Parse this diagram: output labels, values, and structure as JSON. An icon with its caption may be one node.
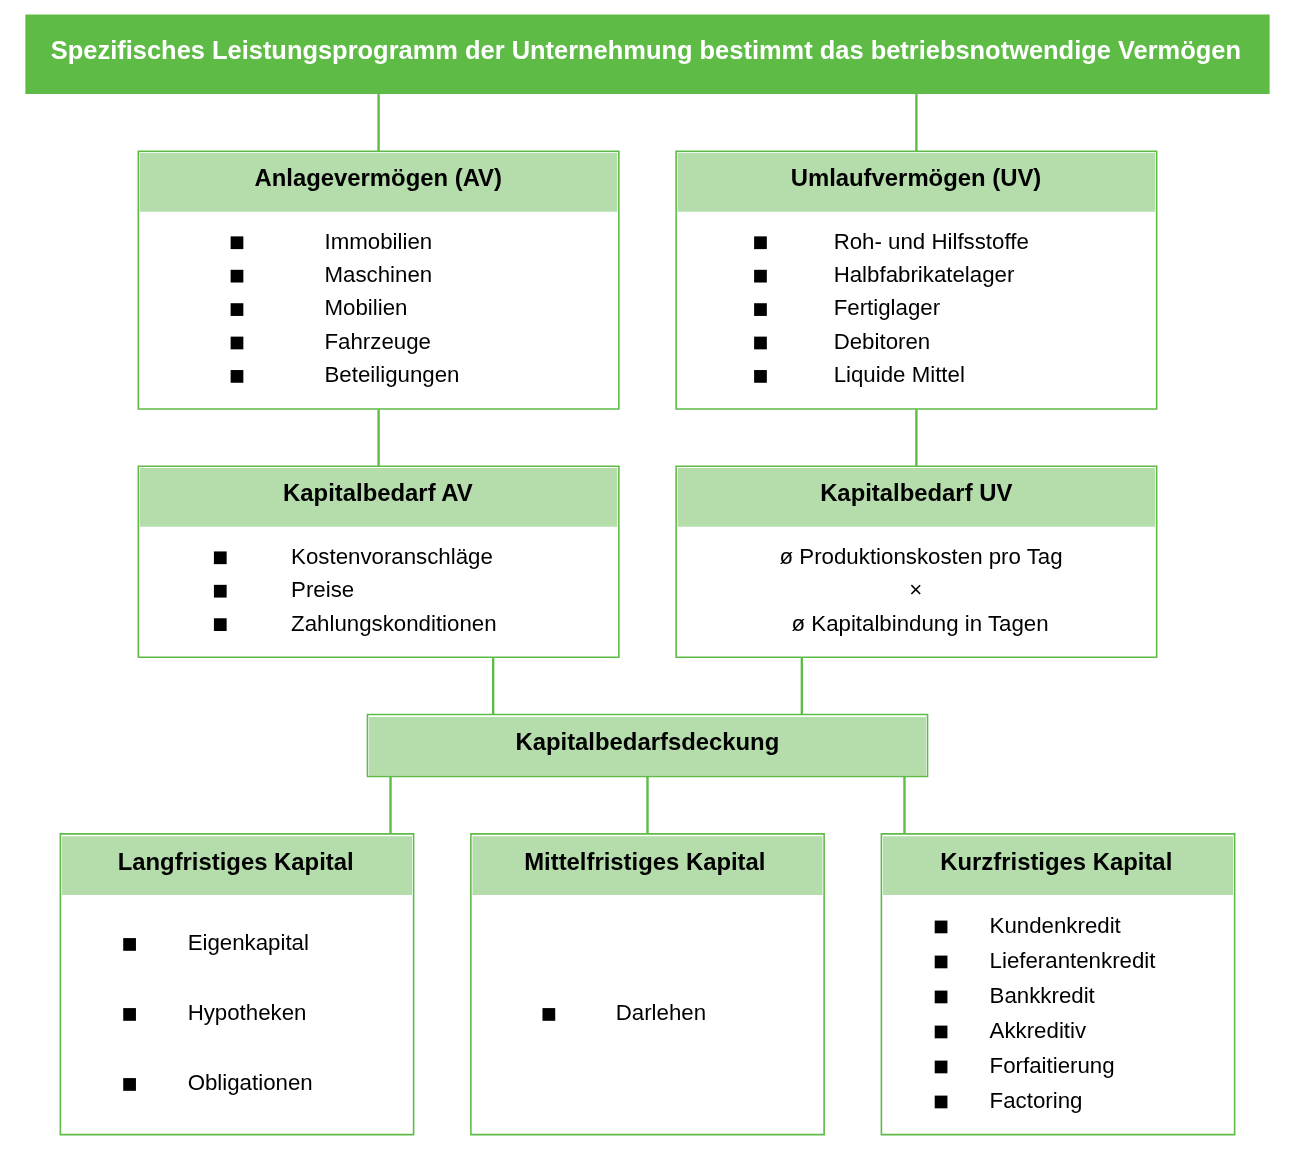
{
  "diagram": {
    "nodes": [
      {
        "text": [
          "Spezifisches Leistungsprogramm der Unternehmung bestimmt das betriebsnotwendige Vermögen"
        ]
      },
      {
        "text": [
          "Anlagevermögen (AV)",
          "Immobilien",
          "Maschinen",
          "Mobilien",
          "Fahrzeuge",
          "Beteiligungen"
        ]
      },
      {
        "text": [
          "Umlaufvermögen (UV)",
          "Roh- und Hilfsstoffe",
          "Halbfabrikatelager",
          "Fertiglager",
          "Debitoren",
          "Liquide Mittel"
        ]
      },
      {
        "text": [
          "Kapitalbedarf AV",
          "Kostenvoranschläge",
          "Preise",
          "Zahlungskonditionen"
        ]
      },
      {
        "text": [
          "Kapitalbedarf UV",
          "ø Produktionskosten pro Tag",
          "×",
          "ø Kapitalbindung in Tagen"
        ]
      },
      {
        "text": [
          "Kapitalbedarfsdeckung"
        ]
      },
      {
        "text": [
          "Langfristiges Kapital",
          "Eigenkapital",
          "Hypotheken",
          "Obligationen"
        ]
      },
      {
        "text": [
          "Mittelfristiges Kapital",
          "Darlehen"
        ]
      },
      {
        "text": [
          "Kurzfristiges Kapital",
          "Kundenkredit",
          "Lieferantenkredit",
          "Bankkredit",
          "Akkreditiv",
          "Forfaitierung",
          "Factoring"
        ]
      }
    ],
    "edges": [
      {
        "from": 0,
        "to": 1,
        "arrow": "none"
      },
      {
        "from": 0,
        "to": 2,
        "arrow": "none"
      },
      {
        "from": 1,
        "to": 3,
        "arrow": "none"
      },
      {
        "from": 2,
        "to": 4,
        "arrow": "none"
      },
      {
        "from": 3,
        "to": 5,
        "arrow": "none"
      },
      {
        "from": 4,
        "to": 5,
        "arrow": "none"
      },
      {
        "from": 5,
        "to": 6,
        "arrow": "none"
      },
      {
        "from": 5,
        "to": 7,
        "arrow": "none"
      },
      {
        "from": 5,
        "to": 8,
        "arrow": "none"
      }
    ]
  }
}
